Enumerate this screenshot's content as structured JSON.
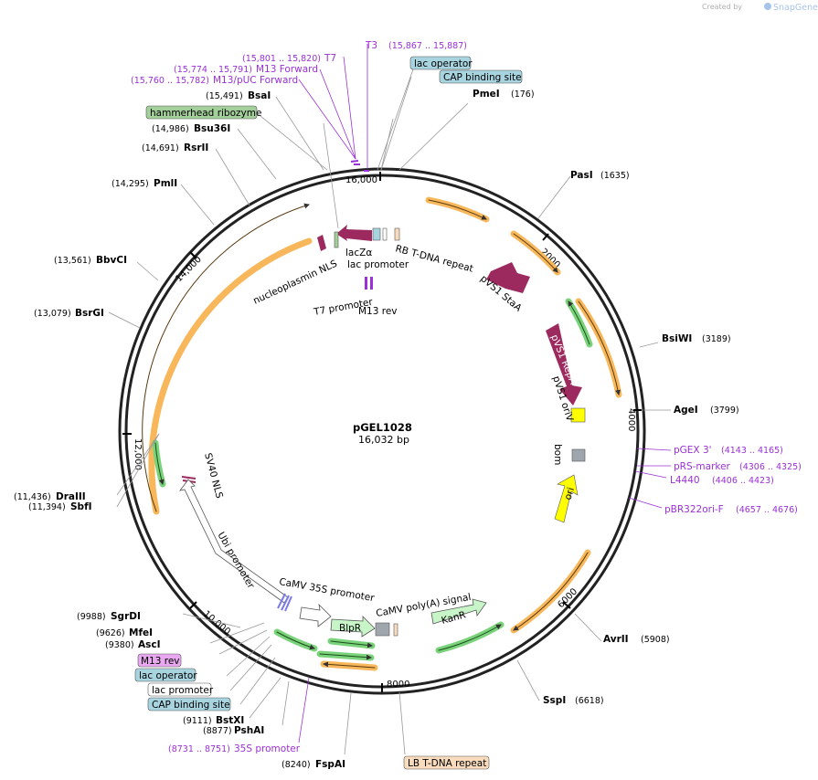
{
  "credit": {
    "created_by": "Created by",
    "brand": "SnapGene"
  },
  "plasmid": {
    "name": "pGEL1028",
    "length": "16,032 bp"
  },
  "ticks": [
    "2000",
    "4000",
    "6000",
    "8000",
    "10,000",
    "12,000",
    "14,000",
    "16,000"
  ],
  "enzymes": [
    {
      "name": "PmeI",
      "pos": "(176)"
    },
    {
      "name": "PasI",
      "pos": "(1635)"
    },
    {
      "name": "BsiWI",
      "pos": "(3189)"
    },
    {
      "name": "AgeI",
      "pos": "(3799)"
    },
    {
      "name": "AvrII",
      "pos": "(5908)"
    },
    {
      "name": "SspI",
      "pos": "(6618)"
    },
    {
      "name": "FspAI",
      "pos": "(8240)"
    },
    {
      "name": "PshAI",
      "pos": "(8877)"
    },
    {
      "name": "BstXI",
      "pos": "(9111)"
    },
    {
      "name": "AscI",
      "pos": "(9380)"
    },
    {
      "name": "MfeI",
      "pos": "(9626)"
    },
    {
      "name": "SgrDI",
      "pos": "(9988)"
    },
    {
      "name": "SbfI",
      "pos": "(11,394)"
    },
    {
      "name": "DraIII",
      "pos": "(11,436)"
    },
    {
      "name": "BsrGI",
      "pos": "(13,079)"
    },
    {
      "name": "BbvCI",
      "pos": "(13,561)"
    },
    {
      "name": "PmlI",
      "pos": "(14,295)"
    },
    {
      "name": "RsrII",
      "pos": "(14,691)"
    },
    {
      "name": "Bsu36I",
      "pos": "(14,986)"
    },
    {
      "name": "BsaI",
      "pos": "(15,491)"
    }
  ],
  "primers": [
    {
      "name": "T3",
      "pos": "(15,867 .. 15,887)"
    },
    {
      "name": "T7",
      "pos": "(15,801 .. 15,820)"
    },
    {
      "name": "M13 Forward",
      "pos": "(15,774 .. 15,791)"
    },
    {
      "name": "M13/pUC Forward",
      "pos": "(15,760 .. 15,782)"
    },
    {
      "name": "pGEX 3'",
      "pos": "(4143 .. 4165)"
    },
    {
      "name": "pRS-marker",
      "pos": "(4306 .. 4325)"
    },
    {
      "name": "L4440",
      "pos": "(4406 .. 4423)"
    },
    {
      "name": "pBR322ori-F",
      "pos": "(4657 .. 4676)"
    },
    {
      "name": "35S promoter",
      "pos": "(8731 .. 8751)"
    }
  ],
  "boxed_labels": {
    "lac_operator_top": "lac operator",
    "cap_top": "CAP binding site",
    "hammerhead": "hammerhead ribozyme",
    "m13rev": "M13 rev",
    "lac_operator_bottom": "lac operator",
    "lac_promoter_bottom": "lac promoter",
    "cap_bottom": "CAP binding site",
    "lb_tdna": "LB T-DNA repeat"
  },
  "inner_features": {
    "lacz": "lacZα",
    "lac_promoter": "lac promoter",
    "rb_tdna": "RB T-DNA repeat",
    "nucleoplasmin": "nucleoplasmin NLS",
    "t7_promoter": "T7 promoter",
    "m13_rev": "M13 rev",
    "pvs1_staa": "pVS1 StaA",
    "pvs1_repa": "pVS1 RepA",
    "pvs1_oriv": "pVS1 oriV",
    "bom": "bom",
    "ori": "ori",
    "sv40": "SV40 NLS",
    "ubi": "Ubi promoter",
    "camv35s": "CaMV 35S promoter",
    "blpr": "BlpR",
    "camv_polya": "CaMV poly(A) signal",
    "kanr": "KanR"
  },
  "colors": {
    "backbone": "#222222",
    "orf_orange": "#f7b75a",
    "orf_green": "#7ad37a",
    "feature_maroon": "#9c2a5e",
    "primer_purple": "#9b30d6",
    "box_blue": "#a8d4e0",
    "box_green": "#a3cf9a",
    "box_pink": "#e8a8f0",
    "box_peach": "#f9dcbd",
    "yellow": "#ffff00",
    "gray": "#a0a6ad",
    "light_green": "#c8f5c8"
  }
}
